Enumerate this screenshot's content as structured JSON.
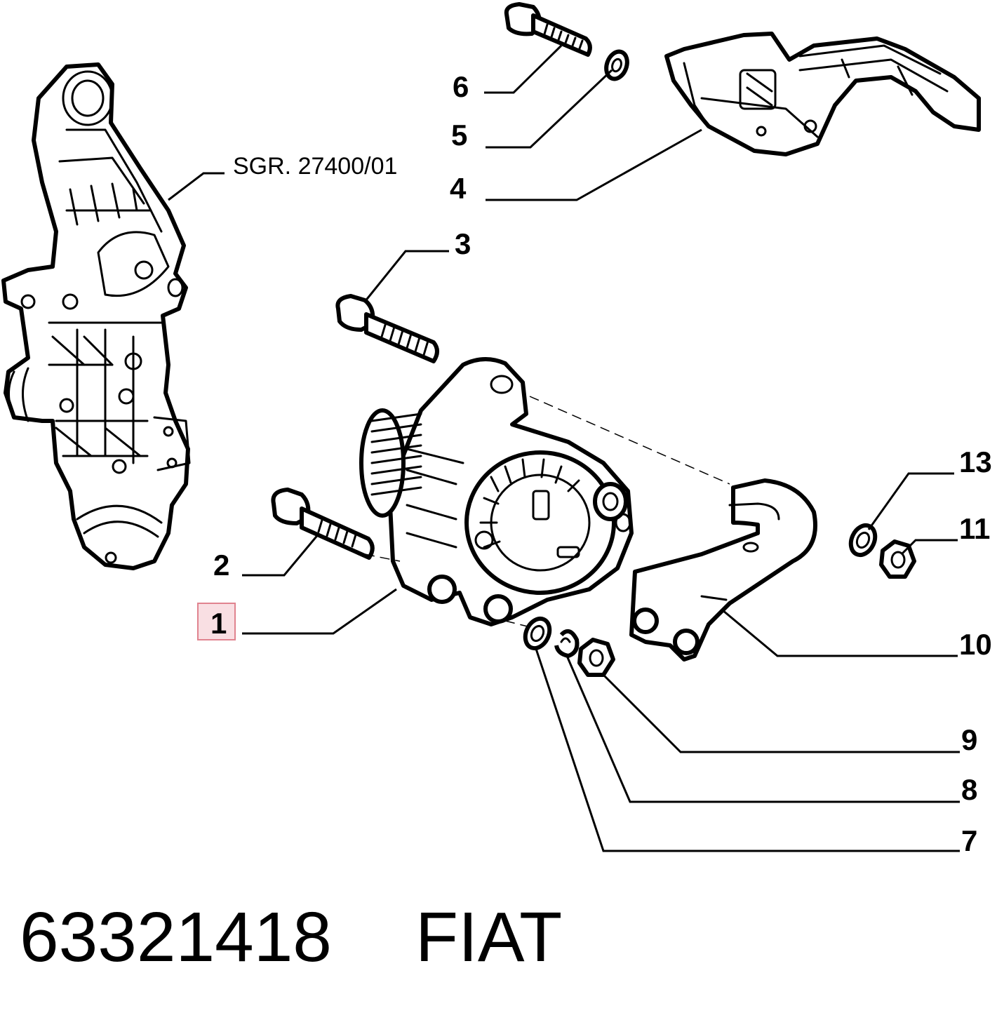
{
  "diagram": {
    "reference_label": "SGR. 27400/01",
    "callouts": [
      {
        "id": "c6",
        "label": "6"
      },
      {
        "id": "c5",
        "label": "5"
      },
      {
        "id": "c4",
        "label": "4"
      },
      {
        "id": "c3",
        "label": "3"
      },
      {
        "id": "c2",
        "label": "2"
      },
      {
        "id": "c1",
        "label": "1",
        "highlighted": true
      },
      {
        "id": "c13",
        "label": "13"
      },
      {
        "id": "c11",
        "label": "11"
      },
      {
        "id": "c10",
        "label": "10"
      },
      {
        "id": "c9",
        "label": "9"
      },
      {
        "id": "c8",
        "label": "8"
      },
      {
        "id": "c7",
        "label": "7"
      }
    ],
    "highlight_color": "#f9dfe3",
    "highlight_border": "#e0838f"
  },
  "footer": {
    "part_number": "63321418",
    "brand": "FIAT"
  }
}
